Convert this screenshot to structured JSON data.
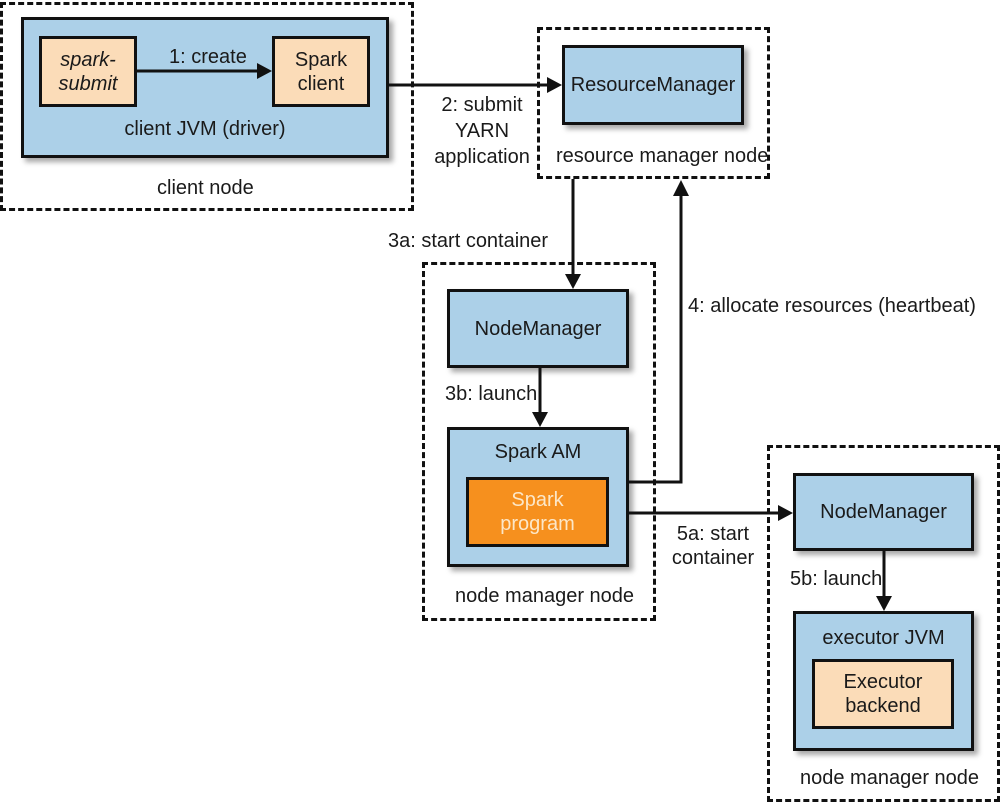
{
  "nodes": {
    "client_node": {
      "label": "client node",
      "jvm_label": "client JVM (driver)",
      "spark_submit": [
        "spark-",
        "submit"
      ],
      "spark_client": [
        "Spark",
        "client"
      ]
    },
    "resource_manager_node": {
      "label": "resource manager node",
      "resource_manager": "ResourceManager"
    },
    "node_manager_node_1": {
      "label": "node manager node",
      "node_manager": "NodeManager",
      "spark_am": "Spark AM",
      "spark_program": [
        "Spark",
        "program"
      ]
    },
    "node_manager_node_2": {
      "label": "node manager node",
      "node_manager": "NodeManager",
      "executor_jvm": "executor JVM",
      "executor_backend": [
        "Executor",
        "backend"
      ]
    }
  },
  "edges": {
    "create": "1: create",
    "submit": [
      "2: submit",
      "YARN",
      "application"
    ],
    "start_container_3a": "3a: start container",
    "launch_3b": "3b: launch",
    "allocate": "4: allocate resources (heartbeat)",
    "start_container_5a": [
      "5a: start",
      "container"
    ],
    "launch_5b": "5b: launch"
  },
  "colors": {
    "jvm_blue": "#acd0e8",
    "component_peach": "#fbdcb8",
    "spark_program_orange": "#f6901e",
    "spark_program_text": "#fce7c8",
    "line": "#111111"
  }
}
